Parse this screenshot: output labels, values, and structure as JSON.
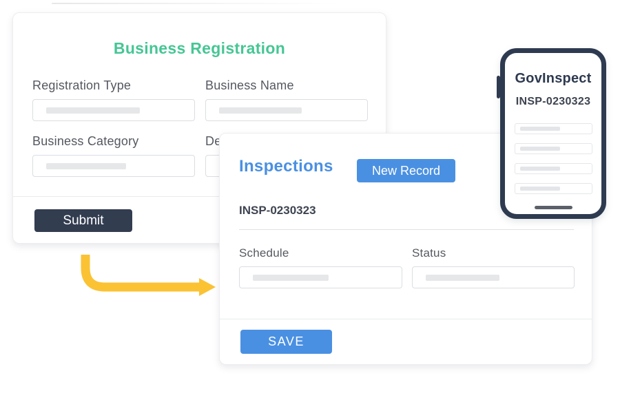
{
  "colors": {
    "green": "#45C694",
    "blue": "#4A90E2",
    "navy": "#323D50",
    "phone_navy": "#2E3A50",
    "yellow": "#FBC234"
  },
  "registration_card": {
    "title": "Business Registration",
    "fields": [
      {
        "label": "Registration Type"
      },
      {
        "label": "Business Name"
      },
      {
        "label": "Business Category"
      },
      {
        "label": "De"
      }
    ],
    "submit_label": "Submit"
  },
  "inspections_card": {
    "title": "Inspections",
    "new_record_label": "New Record",
    "record_id": "INSP-0230323",
    "fields": [
      {
        "label": "Schedule"
      },
      {
        "label": "Status"
      }
    ],
    "save_label": "SAVE"
  },
  "phone": {
    "app_name": "GovInspect",
    "record_id": "INSP-0230323"
  }
}
